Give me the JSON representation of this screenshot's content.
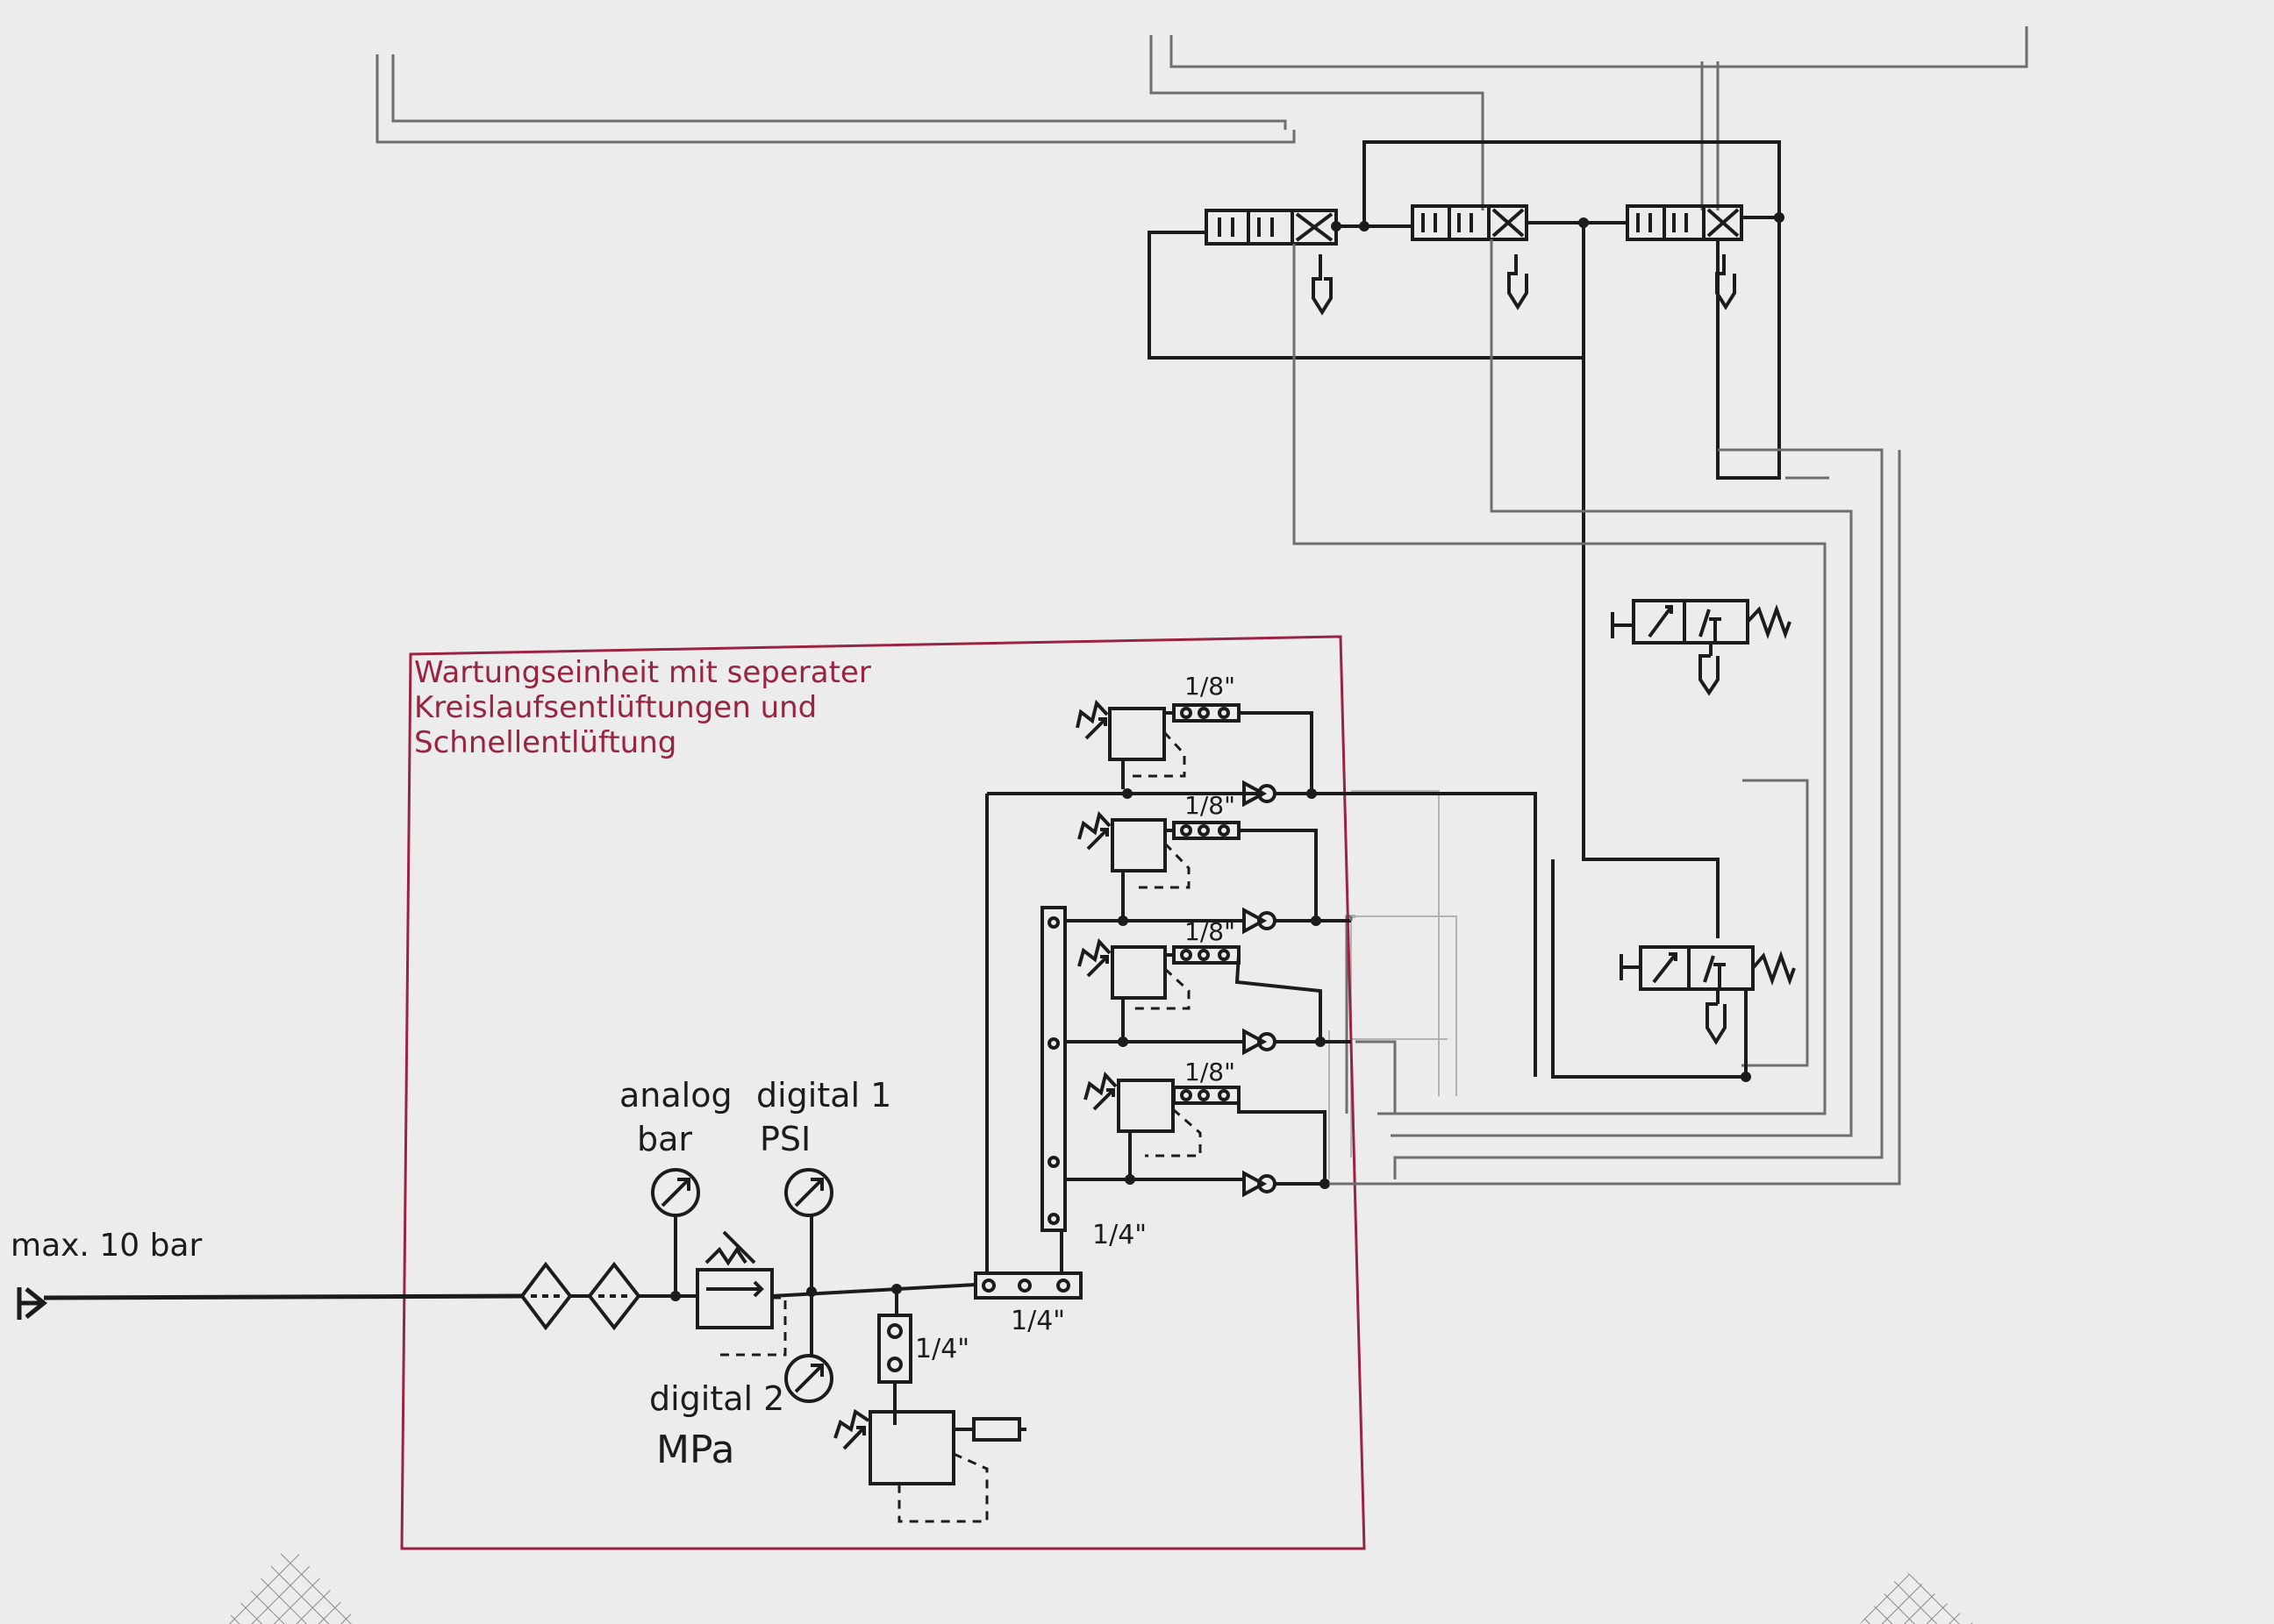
{
  "texts": {
    "input_pressure": "max. 10 bar",
    "box_caption": [
      "Wartungseinheit mit seperater",
      "Kreislaufsentlüftungen und",
      "Schnellentlüftung"
    ],
    "gauge_analog": [
      "analog",
      "bar"
    ],
    "gauge_digital1": [
      "digital 1",
      "PSI"
    ],
    "gauge_digital2": [
      "digital 2",
      "MPa"
    ],
    "port_main": "1/4\"",
    "port_manifold": "1/4\"",
    "port_branch": "1/4\"",
    "port_regulator_1": "1/8\"",
    "port_regulator_2": "1/8\"",
    "port_regulator_3": "1/8\"",
    "port_regulator_4": "1/8\""
  },
  "colors": {
    "ink": "#1c1c1c",
    "pencil": "#6e6e6e",
    "faint": "#b4b4b4",
    "box": "#9a2440",
    "paper": "#ececec"
  }
}
